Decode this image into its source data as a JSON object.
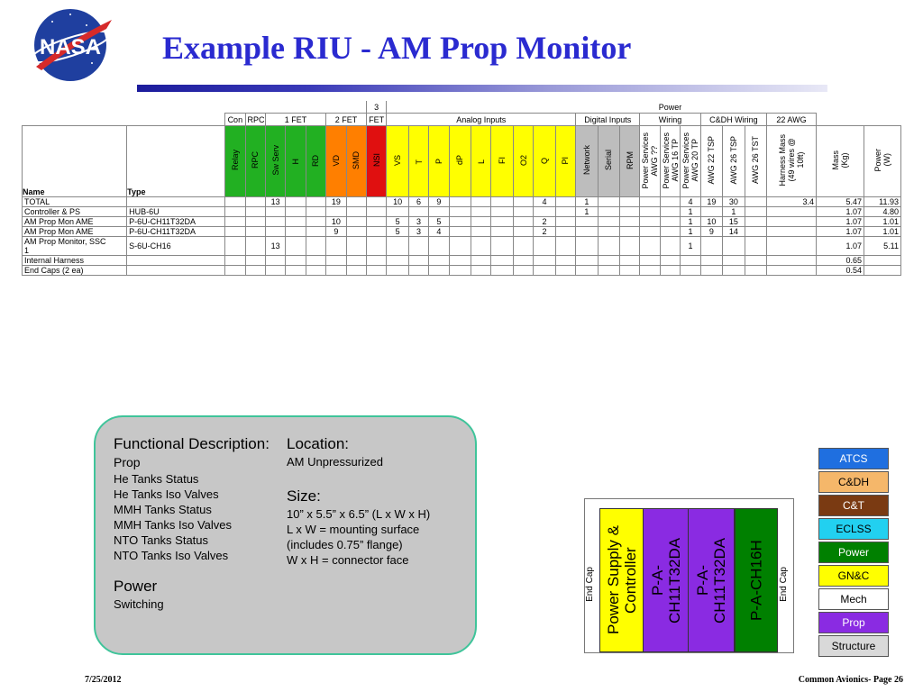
{
  "header": {
    "logo_text": "NASA",
    "title": "Example RIU - AM Prop Monitor"
  },
  "table": {
    "group_top": {
      "g3fet_top": "3",
      "power_top": "Power"
    },
    "groups": {
      "con": "Con",
      "rpc": "RPC",
      "fet1": "1 FET",
      "fet2": "2 FET",
      "fet3": "FET",
      "analog": "Analog Inputs",
      "digital": "Digital Inputs",
      "power_wiring": "Wiring",
      "cdh": "C&DH Wiring",
      "awg22": "22 AWG"
    },
    "col_headers": {
      "name": "Name",
      "type": "Type",
      "relay": "Relay",
      "rpc": "RPC",
      "swserv": "Sw Serv",
      "h": "H",
      "rd": "RD",
      "vd": "VD",
      "smd": "SMD",
      "nsi": "NSI",
      "vs": "VS",
      "t": "T",
      "p": "P",
      "dp": "dP",
      "l": "L",
      "fi": "FI",
      "o2": "O2",
      "q": "Q",
      "pi": "PI",
      "network": "Network",
      "serial": "Serial",
      "rpm": "RPM",
      "ps_awg": "Power Services\nAWG ??",
      "ps_awg16": "Power Services\nAWG 16 TP",
      "ps_awg20": "Power Services\nAWG 20 TP",
      "awg22tsp": "AWG 22 TSP",
      "awg26tsp": "AWG 26 TSP",
      "awg26tst": "AWG 26 TST",
      "harness": "Harness Mass\n(49 wires @\n10ft)",
      "mass": "Mass\n(Kg)",
      "power": "Power\n(W)"
    },
    "rows": [
      {
        "name": " TOTAL",
        "type": "",
        "swserv": "13",
        "vd": "19",
        "vs": "10",
        "t": "6",
        "p": "9",
        "q": "4",
        "network": "1",
        "ps_awg20": "4",
        "awg22tsp": "19",
        "awg26tsp": "30",
        "harness": "3.4",
        "mass": "5.47",
        "power": "11.93"
      },
      {
        "name": "Controller & PS",
        "type": "HUB-6U",
        "swserv": "",
        "vd": "",
        "vs": "",
        "t": "",
        "p": "",
        "q": "",
        "network": "1",
        "ps_awg20": "1",
        "awg22tsp": "",
        "awg26tsp": "1",
        "harness": "",
        "mass": "1.07",
        "power": "4.80"
      },
      {
        "name": "AM Prop Mon AME",
        "type": "P-6U-CH11T32DA",
        "swserv": "",
        "vd": "10",
        "vs": "5",
        "t": "3",
        "p": "5",
        "q": "2",
        "network": "",
        "ps_awg20": "1",
        "awg22tsp": "10",
        "awg26tsp": "15",
        "harness": "",
        "mass": "1.07",
        "power": "1.01"
      },
      {
        "name": "AM Prop Mon AME",
        "type": "P-6U-CH11T32DA",
        "swserv": "",
        "vd": "9",
        "vs": "5",
        "t": "3",
        "p": "4",
        "q": "2",
        "network": "",
        "ps_awg20": "1",
        "awg22tsp": "9",
        "awg26tsp": "14",
        "harness": "",
        "mass": "1.07",
        "power": "1.01"
      },
      {
        "name": "AM Prop Monitor, SSC",
        "name2": "1",
        "type": "S-6U-CH16",
        "swserv": "13",
        "vd": "",
        "vs": "",
        "t": "",
        "p": "",
        "q": "",
        "network": "",
        "ps_awg20": "1",
        "awg22tsp": "",
        "awg26tsp": "",
        "harness": "",
        "mass": "1.07",
        "power": "5.11"
      },
      {
        "name": "Internal Harness",
        "type": "",
        "swserv": "",
        "vd": "",
        "vs": "",
        "t": "",
        "p": "",
        "q": "",
        "network": "",
        "ps_awg20": "",
        "awg22tsp": "",
        "awg26tsp": "",
        "harness": "",
        "mass": "0.65",
        "power": ""
      },
      {
        "name": "End Caps (2 ea)",
        "type": "",
        "swserv": "",
        "vd": "",
        "vs": "",
        "t": "",
        "p": "",
        "q": "",
        "network": "",
        "ps_awg20": "",
        "awg22tsp": "",
        "awg26tsp": "",
        "harness": "",
        "mass": "0.54",
        "power": ""
      }
    ]
  },
  "info": {
    "func_heading": "Functional Description:",
    "func_sub": "Prop",
    "func_items": [
      "He Tanks Status",
      "He Tanks Iso Valves",
      "MMH Tanks Status",
      "MMH Tanks Iso Valves",
      "NTO Tanks Status",
      "NTO Tanks Iso Valves"
    ],
    "power_heading": "Power",
    "power_value": "Switching",
    "location_heading": "Location:",
    "location_value": "AM Unpressurized",
    "size_heading": "Size:",
    "size_lines": [
      "10” x 5.5” x 6.5” (L x W x H)",
      "L x W = mounting surface",
      "(includes 0.75” flange)",
      "W x H = connector face"
    ]
  },
  "diagram": {
    "left_cap": "End Cap",
    "right_cap": "End Cap",
    "modules": [
      {
        "label": "Power Supply &\nController",
        "color": "#ffff00"
      },
      {
        "label": "P-A-\nCH11T32DA",
        "color": "#8a2be2"
      },
      {
        "label": "P-A-\nCH11T32DA",
        "color": "#8a2be2"
      },
      {
        "label": "P-A-CH16H",
        "color": "#008000"
      }
    ]
  },
  "legend": [
    {
      "label": "ATCS",
      "bg": "#1f6fe0",
      "fg": "#ffffff"
    },
    {
      "label": "C&DH",
      "bg": "#f5b76a",
      "fg": "#000000"
    },
    {
      "label": "C&T",
      "bg": "#7a3a12",
      "fg": "#ffffff"
    },
    {
      "label": "ECLSS",
      "bg": "#22d0f0",
      "fg": "#000000"
    },
    {
      "label": "Power",
      "bg": "#008000",
      "fg": "#ffffff"
    },
    {
      "label": "GN&C",
      "bg": "#ffff00",
      "fg": "#000000"
    },
    {
      "label": "Mech",
      "bg": "#ffffff",
      "fg": "#000000"
    },
    {
      "label": "Prop",
      "bg": "#8a2be2",
      "fg": "#ffffff"
    },
    {
      "label": "Structure",
      "bg": "#d9d9d9",
      "fg": "#000000"
    }
  ],
  "footer": {
    "date": "7/25/2012",
    "page": "Common Avionics- Page 26"
  }
}
